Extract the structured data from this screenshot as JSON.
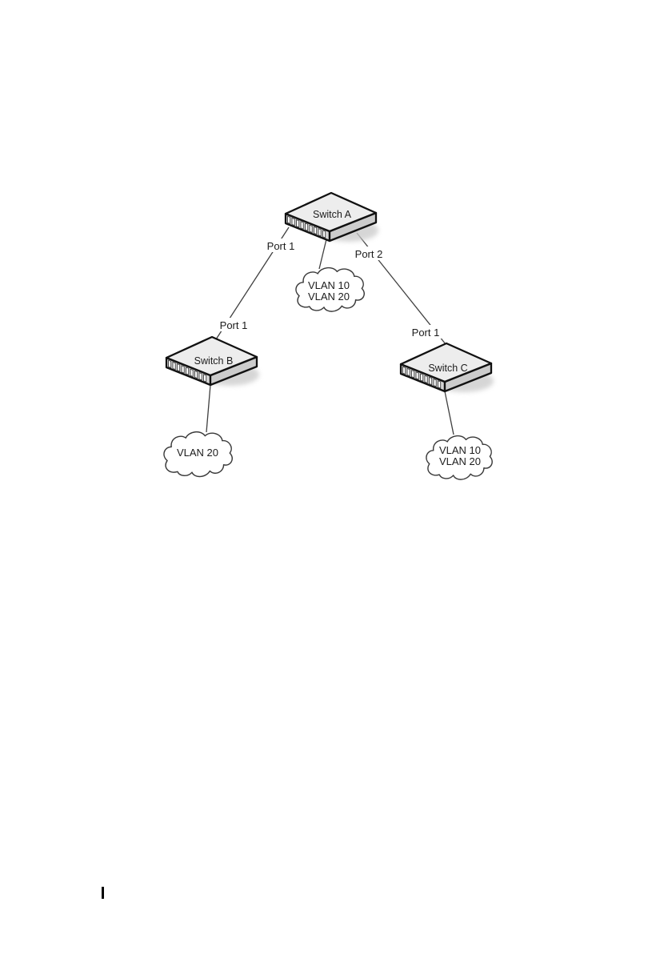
{
  "document": {
    "background_color": "#ffffff"
  },
  "diagram": {
    "switches": [
      {
        "name": "switch-a",
        "label": "Switch A"
      },
      {
        "name": "switch-b",
        "label": "Switch B"
      },
      {
        "name": "switch-c",
        "label": "Switch C"
      }
    ],
    "links": [
      {
        "from": "Switch A",
        "to": "Switch B",
        "from_port_label": "Port 1",
        "to_port_label": "Port 1"
      },
      {
        "from": "Switch A",
        "to": "Switch C",
        "from_port_label": "Port 2",
        "to_port_label": "Port 1"
      }
    ],
    "clouds": [
      {
        "name": "cloud-under-switch-a",
        "lines": [
          "VLAN 10",
          "VLAN 20"
        ]
      },
      {
        "name": "cloud-under-switch-b",
        "lines": [
          "VLAN 20"
        ]
      },
      {
        "name": "cloud-under-switch-c",
        "lines": [
          "VLAN 10",
          "VLAN 20"
        ]
      }
    ],
    "colors": {
      "switch_top": "#ededed",
      "switch_front": "#d6d6d6",
      "switch_side": "#cccccc",
      "outline": "#111111",
      "shadow": "#c9c9c9",
      "connector": "#3f3f3f",
      "text": "#1c1c1c",
      "cloud_stroke": "#3a3a3a"
    }
  }
}
